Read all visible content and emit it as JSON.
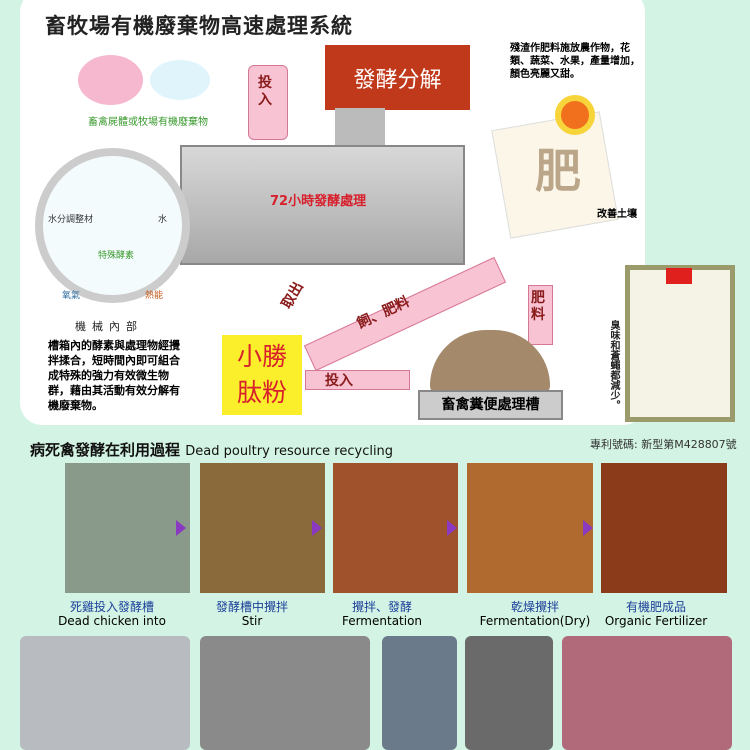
{
  "title": "畜牧場有機廢棄物高速處理系統",
  "ferment_box": "發酵分解",
  "animals_label": "畜禽屍體或牧場有機廢棄物",
  "input_arrow": "投入",
  "machine_label": "72小時發酵處理",
  "magnifier": {
    "items": [
      "水分調整材",
      "水",
      "特殊酵素",
      "氧氣",
      "熱能"
    ]
  },
  "inside_title": "機械內部",
  "inside_text": "槽箱內的酵素與處理物經攪拌揉合，短時間內即可組合成特殊的強力有效微生物群，藉由其活動有效分解有機廢棄物。",
  "take_out": "取出",
  "product": [
    "小勝",
    "肽粉"
  ],
  "feed_arrow": "飼、肥料",
  "input_arrow2": "投入",
  "fertilizer_arrow": "肥料",
  "tank": "畜禽糞便處理槽",
  "reduce_text": "臭味和蒼蠅都減少。",
  "right_text": "殘渣作肥料施放農作物，花類、蔬菜、水果，產量增加，顏色亮麗又甜。",
  "fert_char": "肥",
  "soil": "改善土壤",
  "patent": "專利號碼: 新型第M428807號",
  "section": {
    "zh": "病死禽發酵在利用過程",
    "en": "Dead poultry resource recycling"
  },
  "steps": [
    {
      "zh": "死雞投入發酵槽",
      "en": "Dead chicken into",
      "color": "#8a9a8a"
    },
    {
      "zh": "發酵槽中攪拌",
      "en": "Stir",
      "color": "#8a6a3a"
    },
    {
      "zh": "攪拌、發酵",
      "en": "Fermentation",
      "color": "#a0522d"
    },
    {
      "zh": "乾燥攪拌",
      "en": "Fermentation(Dry)",
      "color": "#b06a30"
    },
    {
      "zh": "有機肥成品",
      "en": "Organic Fertilizer",
      "color": "#8b3a1a"
    }
  ],
  "bottom_photo_colors": [
    "#b8bcc0",
    "#8a8a8a",
    "#6a7a8a",
    "#6a6a6a",
    "#b06a7a"
  ],
  "colors": {
    "background": "#d3f4e4",
    "accent_red": "#c0391b",
    "product_yellow": "#fbef2b",
    "caption_blue": "#1d3f9a"
  }
}
